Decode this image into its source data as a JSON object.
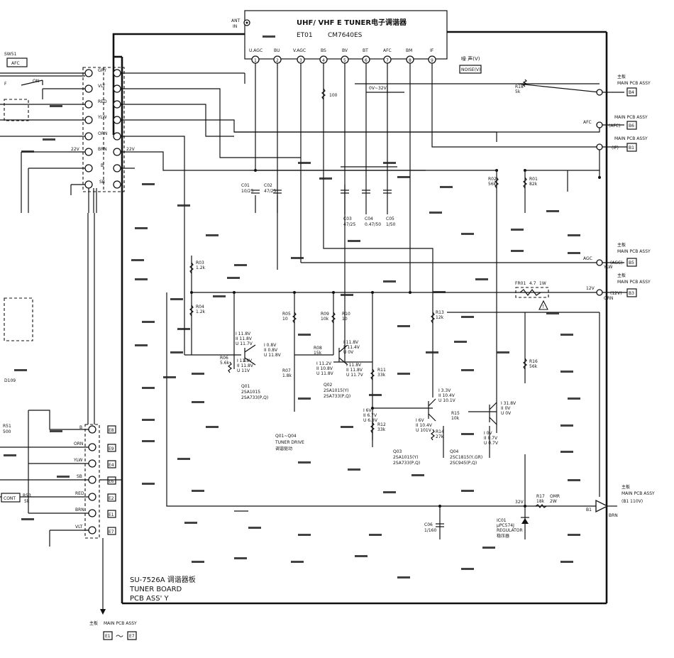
{
  "tuner": {
    "title": "UHF/ VHF E TUNER电子调谐器",
    "code": "ET01",
    "model": "CM7640ES",
    "ant": [
      "ANT",
      "IN"
    ],
    "pins": [
      {
        "num": "1",
        "label": "U.AGC"
      },
      {
        "num": "2",
        "label": "BU"
      },
      {
        "num": "3",
        "label": "V.AGC"
      },
      {
        "num": "4",
        "label": "BS"
      },
      {
        "num": "5",
        "label": "BV"
      },
      {
        "num": "6",
        "label": "BT"
      },
      {
        "num": "7",
        "label": "AFC"
      },
      {
        "num": "8",
        "label": "BM"
      },
      {
        "num": "9",
        "label": "IF"
      }
    ]
  },
  "noise": {
    "label": "噪 声(V)",
    "box": "NOISE(V)"
  },
  "switch": {
    "ref": "SW51",
    "box": "AFC",
    "on": "ON"
  },
  "connector": {
    "top_wires": [
      "GRY",
      "VLT",
      "RED",
      "YLW",
      "ORN",
      "BRN",
      "B",
      "SB"
    ],
    "v22_left": "22V",
    "v22_right": "22V",
    "bottom_wires": [
      {
        "color": "B",
        "id": "E8"
      },
      {
        "color": "ORN",
        "id": "E9"
      },
      {
        "color": "YLW",
        "id": "E4"
      },
      {
        "color": "SB",
        "id": "E6"
      },
      {
        "color": "RED",
        "id": "E2"
      },
      {
        "color": "BRN",
        "id": "E1"
      },
      {
        "color": "VLT",
        "id": "E7"
      }
    ]
  },
  "right_blocks": [
    {
      "cn": "主板",
      "en": "MAIN PCB ASSY",
      "signal": "",
      "id": "B4"
    },
    {
      "cn": "",
      "en": "MAIN PCB ASSY",
      "signal": "(AFC)",
      "id": "B6"
    },
    {
      "cn": "",
      "en": "MAIN PCB ASSY",
      "signal": "(IF)",
      "id": "B1"
    },
    {
      "cn": "主板",
      "en": "MAIN PCB ASSY",
      "signal": "(AGC)",
      "id": "B5"
    },
    {
      "cn": "主板",
      "en": "MAIN PCB ASSY",
      "signal": "(12V)",
      "id": "B3"
    }
  ],
  "right_wire_labels": {
    "afc": "AFC",
    "agc": "AGC",
    "ylw": "YLW",
    "v12": "12V",
    "orn": "ORN"
  },
  "b1_block": {
    "cn": "主板",
    "en": "MAIN PCB ASSY",
    "signal": "(B1 110V)",
    "b1": "B1",
    "brn": "BRN"
  },
  "parts": {
    "r18": [
      "R18",
      "5k"
    ],
    "v0_32": "0V~32V",
    "r100": "100",
    "c01": [
      "C01",
      "10/25"
    ],
    "c02": [
      "C02",
      "47/25"
    ],
    "c03": [
      "C03",
      "47/25"
    ],
    "c04": [
      "C04",
      "0.47/50"
    ],
    "c05": [
      "C05",
      "1/50"
    ],
    "r02": [
      "R02",
      "56k"
    ],
    "r01": [
      "R01",
      "82k"
    ],
    "r03": [
      "R03",
      "1.2k"
    ],
    "r04": [
      "R04",
      "1.2k"
    ],
    "r05": [
      "R05",
      "10"
    ],
    "r09": [
      "R09",
      "10k"
    ],
    "r10": [
      "R10",
      "10"
    ],
    "r13": [
      "R13",
      "12k"
    ],
    "fr01": [
      "FR01",
      "4.7",
      "1W"
    ],
    "r16": [
      "R16",
      "56k"
    ],
    "r06": [
      "R06",
      "5.6k"
    ],
    "r07": [
      "R07",
      "1.8k"
    ],
    "r08": [
      "R08",
      "15k"
    ],
    "r11": [
      "R11",
      "33k"
    ],
    "r12": [
      "R12",
      "33k"
    ],
    "r14": [
      "R14",
      "27k"
    ],
    "r15": [
      "R15",
      "10k"
    ],
    "r17": [
      "R17",
      "18k",
      "OMR",
      "2W"
    ],
    "c06": [
      "C06",
      "1/160"
    ],
    "v32": "32V",
    "r51": [
      "R51",
      "500"
    ],
    "r53": [
      "R53",
      "5k"
    ],
    "cont": "CONT",
    "d109": "D109"
  },
  "transistors": {
    "q01": {
      "ref": "Q01",
      "part1": "2SA1015",
      "part2": "2SA733(P,Q)",
      "v_emitter": [
        "I 11.8V",
        "II 11.8V",
        "U 11.7V"
      ],
      "v_base": [
        "I 11.8V",
        "II 11.8V",
        "U 11V"
      ],
      "v_collector": [
        "I 0.8V",
        "II 0.8V",
        "U 11.8V"
      ]
    },
    "q02": {
      "ref": "Q02",
      "part1": "2SA1015(Y)",
      "part2": "2SA733(P,Q)",
      "v_emitter": [
        "I 11.8V",
        "II 11.4V",
        "U 0V"
      ],
      "v_base": [
        "I 11.2V",
        "II 10.8V",
        "U 11.8V"
      ],
      "v_collector": [
        "I 11.8V",
        "II 11.8V",
        "U 11.7V"
      ]
    },
    "q03": {
      "ref": "Q03",
      "part1": "2SA1015(Y)",
      "part2": "2SA733(P,Q)",
      "v_emitter": [
        "I 3.3V",
        "II 10.4V",
        "U 10.1V"
      ],
      "v_base": [
        "I 6V",
        "II 6.7V",
        "U 6.8V"
      ],
      "v_collector": [
        "I 6V",
        "II 10.4V",
        "U 101V"
      ]
    },
    "q04": {
      "ref": "Q04",
      "part1": "2SC1815(Y,GR)",
      "part2": "2SC945(P,Q)",
      "v_emitter": [
        "I 31.8V",
        "II 0V",
        "U 0V"
      ],
      "v_base": [
        "I 0V",
        "II 0.7V",
        "U 0.7V"
      ]
    }
  },
  "drive": {
    "label": "Q01~Q04",
    "en": "TUNER DRIVE",
    "cn": "调谐驱动"
  },
  "ic01": {
    "ref": "IC01",
    "part": "μPC574J",
    "en": "REGULATOR",
    "cn": "稳压器"
  },
  "board": {
    "line1": "SU-7526A 调谐器板",
    "line2": "TUNER BOARD",
    "line3": "PCB ASS' Y"
  },
  "bottom_ref": {
    "cn": "主板",
    "en": "MAIN PCB ASSY",
    "from": "E1",
    "tilde": "～",
    "to": "E7"
  }
}
